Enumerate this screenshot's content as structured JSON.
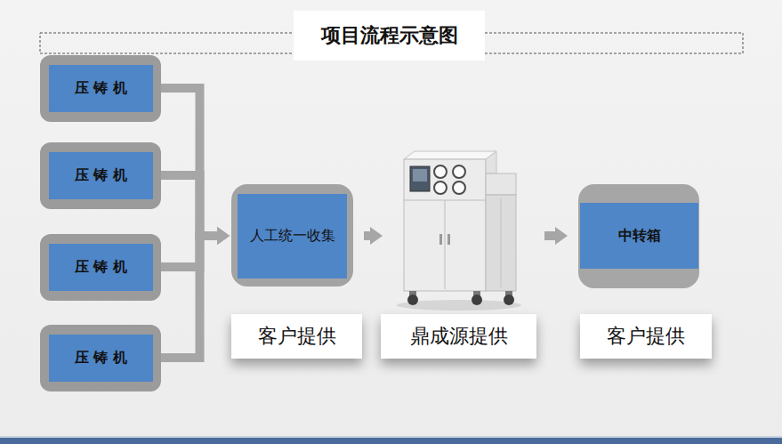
{
  "diagram": {
    "title": "项目流程示意图",
    "nodes": [
      {
        "text": [
          "压 铸 机"
        ]
      },
      {
        "text": [
          "压 铸 机"
        ]
      },
      {
        "text": [
          "压 铸 机"
        ]
      },
      {
        "text": [
          "压 铸 机"
        ]
      },
      {
        "text": [
          "人工统一收集",
          "客户提供"
        ]
      },
      {
        "text": [
          "鼎成源提供"
        ]
      },
      {
        "text": [
          "中转箱",
          "客户提供"
        ]
      }
    ],
    "edges": [
      {
        "from": 0,
        "to": 4,
        "arrow": "to"
      },
      {
        "from": 1,
        "to": 4,
        "arrow": "to"
      },
      {
        "from": 2,
        "to": 4,
        "arrow": "to"
      },
      {
        "from": 3,
        "to": 4,
        "arrow": "to"
      },
      {
        "from": 4,
        "to": 5,
        "arrow": "to"
      },
      {
        "from": 5,
        "to": 6,
        "arrow": "to"
      }
    ]
  }
}
